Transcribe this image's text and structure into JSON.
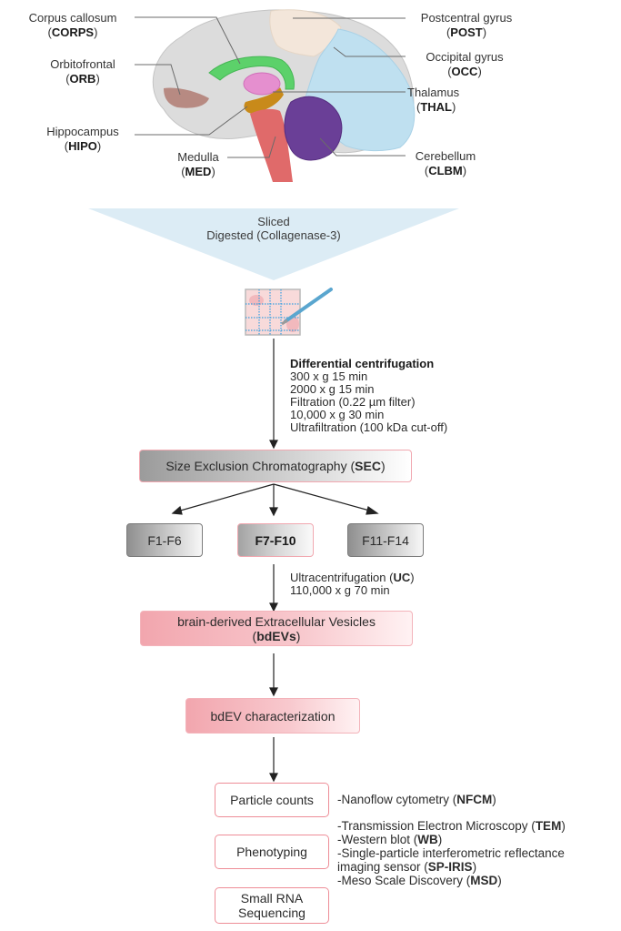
{
  "brain_regions": [
    {
      "name": "Corpus callosum",
      "abbr": "CORPS",
      "color": "#5cd16a"
    },
    {
      "name": "Orbitofrontal",
      "abbr": "ORB",
      "color": "#b78a82"
    },
    {
      "name": "Hippocampus",
      "abbr": "HIPO",
      "color": "#c88a1a"
    },
    {
      "name": "Medulla",
      "abbr": "MED",
      "color": "#e06a6a"
    },
    {
      "name": "Postcentral gyrus",
      "abbr": "POST",
      "color": "#f3e6da"
    },
    {
      "name": "Occipital gyrus",
      "abbr": "OCC",
      "color": "#bfe0f0"
    },
    {
      "name": "Thalamus",
      "abbr": "THAL",
      "color": "#e58fcf"
    },
    {
      "name": "Cerebellum",
      "abbr": "CLBM",
      "color": "#6a3f97"
    }
  ],
  "digestion": {
    "line1": "Sliced",
    "line2": "Digested (Collagenase-3)",
    "funnel_color": "#dcecf5"
  },
  "tissue_icon": "tissue-grid-with-scalpel",
  "differential_centrifugation": {
    "title": "Differential centrifugation",
    "steps": [
      "300 x g 15 min",
      "2000 x g 15 min",
      "Filtration (0.22 µm filter)",
      "10,000 x g 30 min",
      "Ultrafiltration (100 kDa cut-off)"
    ]
  },
  "sec": {
    "label": "Size Exclusion Chromatography (",
    "abbr": "SEC",
    "suffix": ")"
  },
  "fractions": [
    {
      "label": "F1-F6",
      "selected": false
    },
    {
      "label": "F7-F10",
      "selected": true
    },
    {
      "label": "F11-F14",
      "selected": false
    }
  ],
  "ultracentrifugation": {
    "label": "Ultracentrifugation (",
    "abbr": "UC",
    "suffix": ")",
    "condition": "110,000 x g 70 min"
  },
  "bdevs": {
    "line1": "brain-derived Extracellular Vesicles",
    "abbr": "bdEVs"
  },
  "characterization": {
    "label": "bdEV characterization"
  },
  "analyses": [
    {
      "label": "Particle counts"
    },
    {
      "label": "Phenotyping"
    },
    {
      "label": "Small RNA Sequencing"
    }
  ],
  "methods": {
    "particle_counts": [
      {
        "text": "-Nanoflow cytometry (",
        "abbr": "NFCM",
        "suffix": ")"
      }
    ],
    "phenotyping": [
      {
        "text": "-Transmission Electron Microscopy (",
        "abbr": "TEM",
        "suffix": ")"
      },
      {
        "text": "-Western blot (",
        "abbr": "WB",
        "suffix": ")"
      },
      {
        "text": "-Single-particle interferometric reflectance",
        "abbr": "",
        "suffix": ""
      },
      {
        "text": "imaging sensor (",
        "abbr": "SP-IRIS",
        "suffix": ")"
      },
      {
        "text": "-Meso Scale Discovery (",
        "abbr": "MSD",
        "suffix": ")"
      }
    ]
  }
}
